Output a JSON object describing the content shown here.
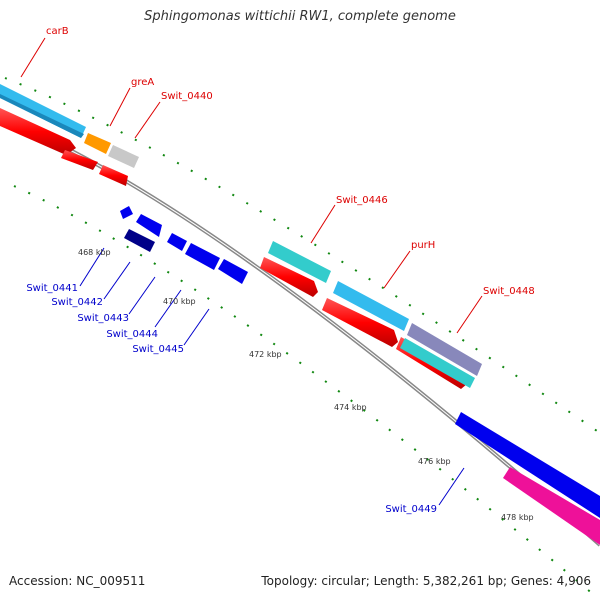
{
  "title": "Sphingomonas wittichii RW1, complete genome",
  "footer": {
    "accession": "Accession: NC_009511",
    "summary": "Topology: circular; Length: 5,382,261 bp; Genes: 4,906"
  },
  "colors": {
    "forward_label": "#dd0000",
    "reverse_label": "#0000cc",
    "backbone": "#888888"
  },
  "ticks": [
    "468 kbp",
    "470 kbp",
    "472 kbp",
    "474 kbp",
    "476 kbp",
    "478 kbp"
  ],
  "forward_genes": [
    {
      "label": "carB",
      "color": "#33bbee"
    },
    {
      "label": "greA",
      "color": "#ff9900"
    },
    {
      "label": "Swit_0440",
      "color": "#c8c8c8"
    },
    {
      "label": "Swit_0446",
      "color": "#33cccc"
    },
    {
      "label": "purH",
      "color": "#33bbee"
    },
    {
      "label": "Swit_0448",
      "color": "#8888bb"
    }
  ],
  "reverse_genes": [
    {
      "label": "Swit_0441",
      "color": "#0000ee"
    },
    {
      "label": "Swit_0442",
      "color": "#0000ee"
    },
    {
      "label": "Swit_0443",
      "color": "#000088"
    },
    {
      "label": "Swit_0444",
      "color": "#0000ee"
    },
    {
      "label": "Swit_0445",
      "color": "#0000ee"
    },
    {
      "label": "Swit_0449",
      "color": "#0000ee"
    }
  ],
  "extra_genes": [
    {
      "color": "#ee1199"
    }
  ]
}
